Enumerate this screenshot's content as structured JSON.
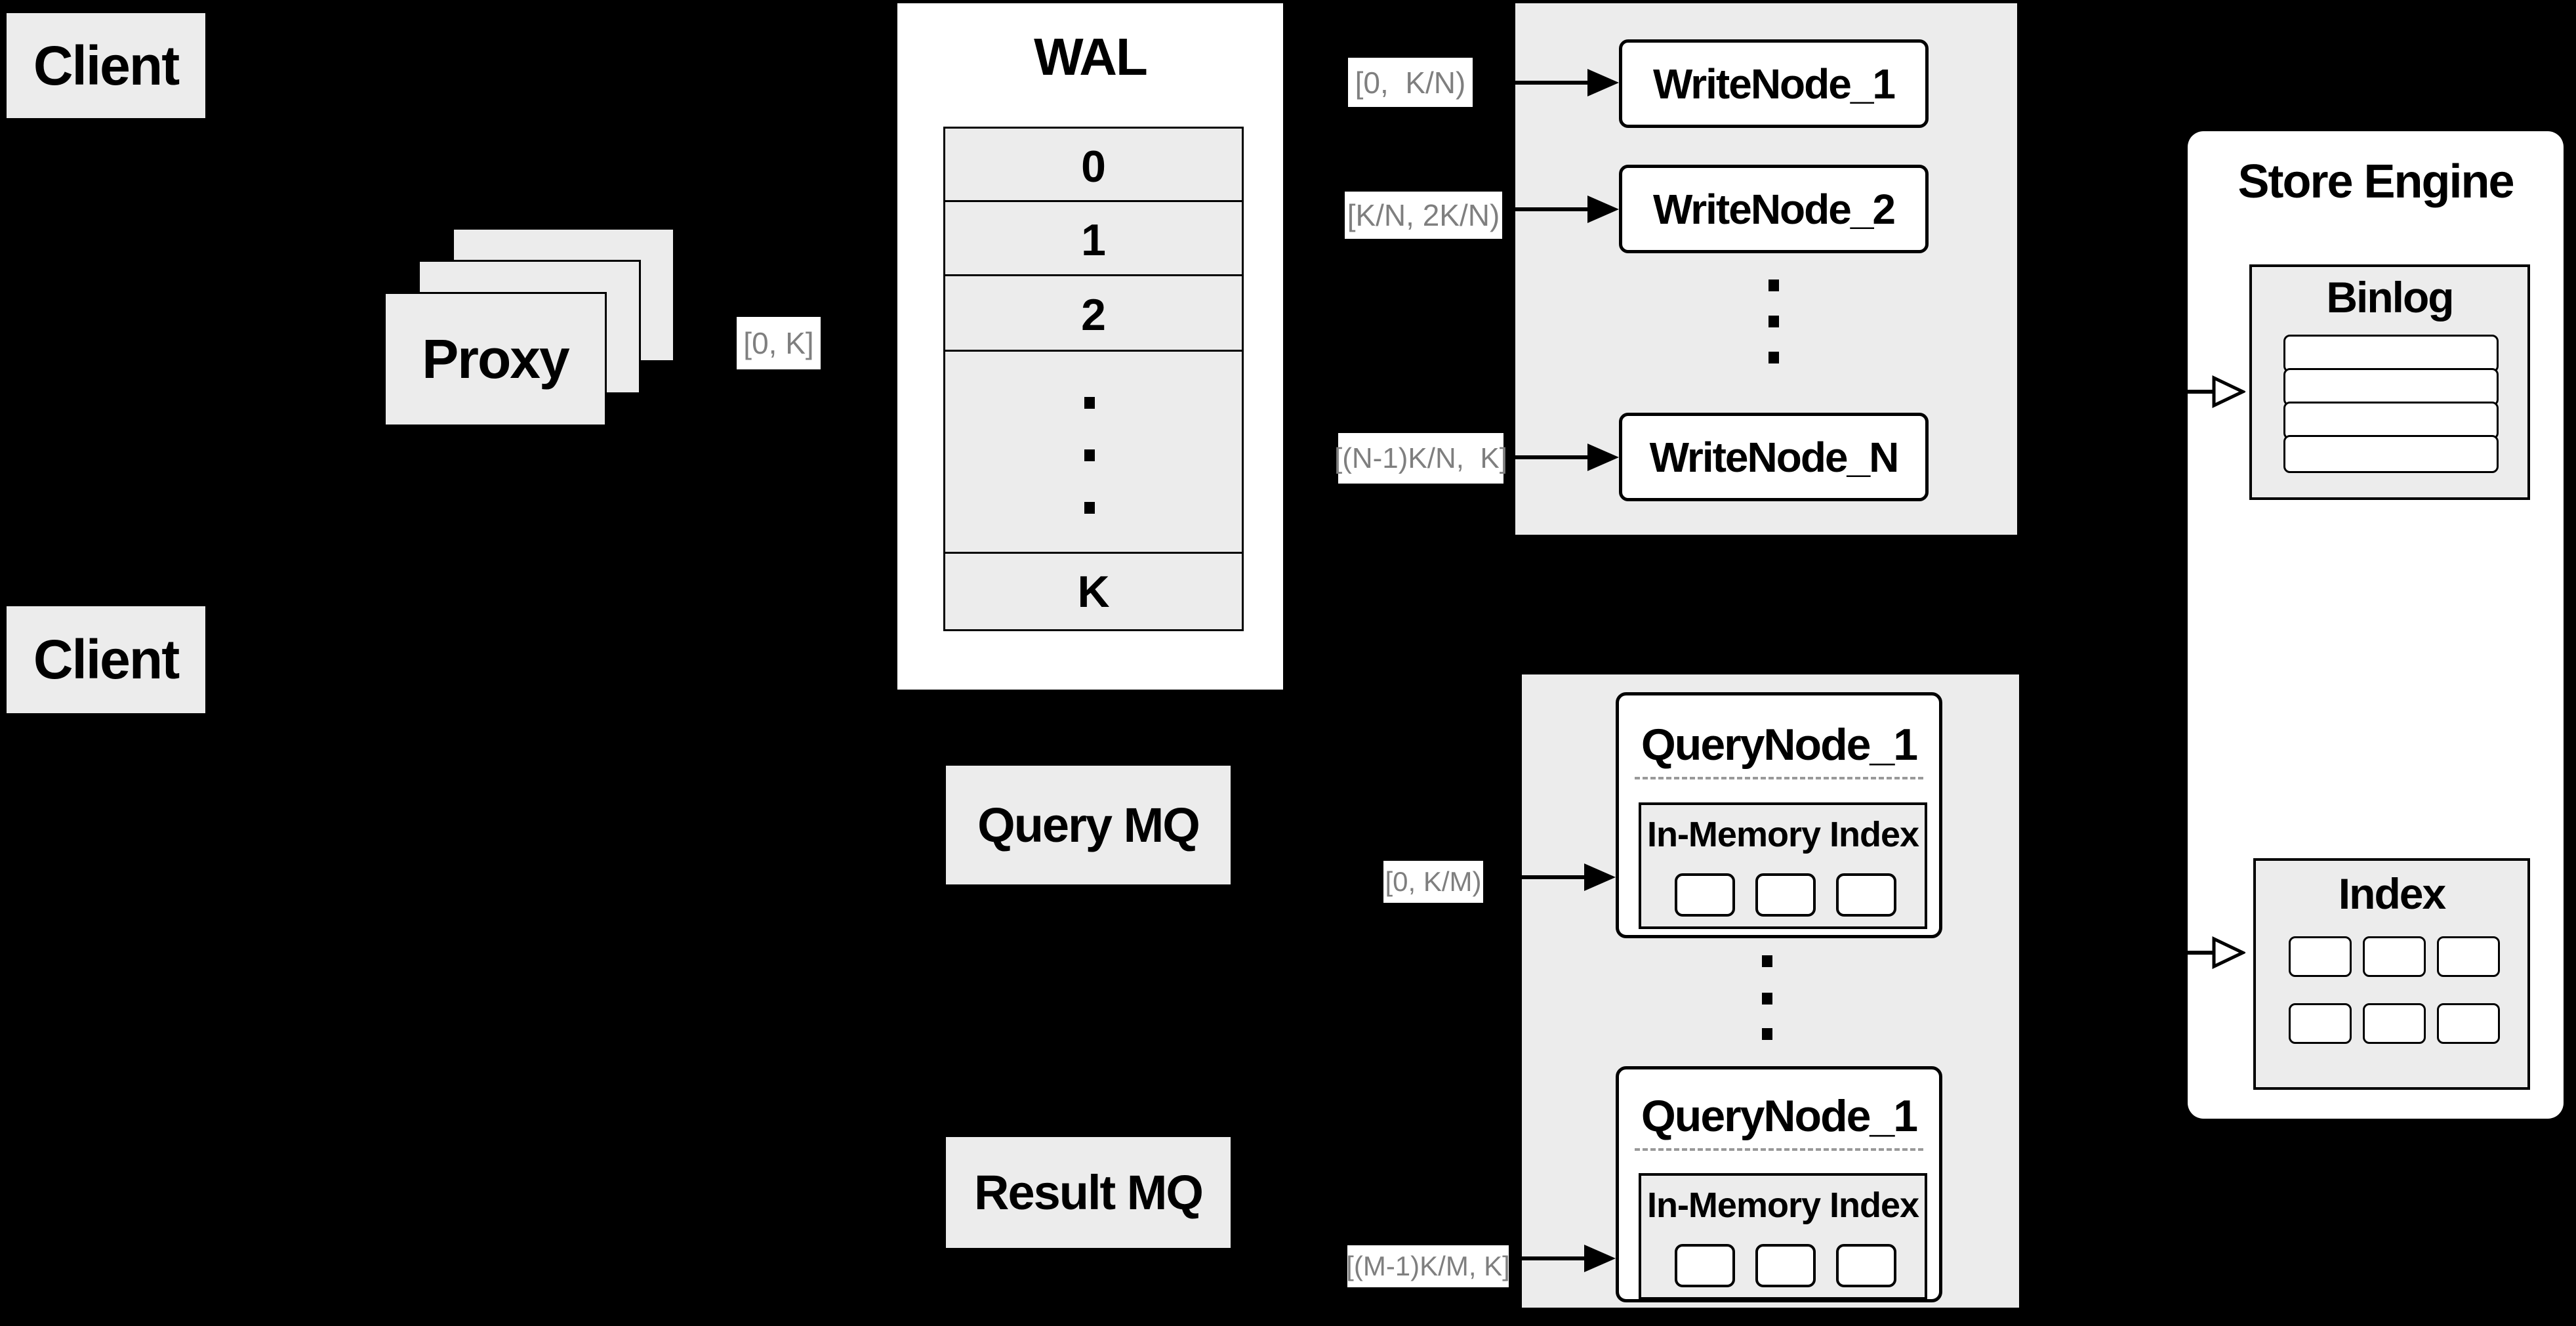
{
  "colors": {
    "bg": "#000000",
    "panel": "#ececec",
    "white": "#ffffff",
    "line": "#000000",
    "label-text": "#7f7f7f",
    "dash": "#999999"
  },
  "clients": {
    "top": "Client",
    "middle": "Client"
  },
  "proxy": {
    "label": "Proxy"
  },
  "wal": {
    "title": "WAL",
    "rows": [
      "0",
      "1",
      "2",
      "K"
    ]
  },
  "flow_labels": {
    "proxy_to_wal": "[0, K]",
    "wal_to_writenode_1": "[0,  K/N)",
    "wal_to_writenode_2": "[K/N, 2K/N)",
    "wal_to_writenode_n": "[(N-1)K/N,  K]",
    "querymq_to_querynode": "[0, K/M)",
    "resultmq_to_querynode": "[(M-1)K/M, K]"
  },
  "write_nodes": {
    "node_1": "WriteNode_1",
    "node_2": "WriteNode_2",
    "node_n": "WriteNode_N"
  },
  "message_queues": {
    "query": "Query MQ",
    "result": "Result MQ"
  },
  "query_nodes": {
    "node_top": {
      "title": "QueryNode_1",
      "index_title": "In-Memory Index"
    },
    "node_bottom": {
      "title": "QueryNode_1",
      "index_title": "In-Memory Index"
    }
  },
  "store_engine": {
    "title": "Store Engine",
    "binlog_title": "Binlog",
    "index_title": "Index"
  }
}
